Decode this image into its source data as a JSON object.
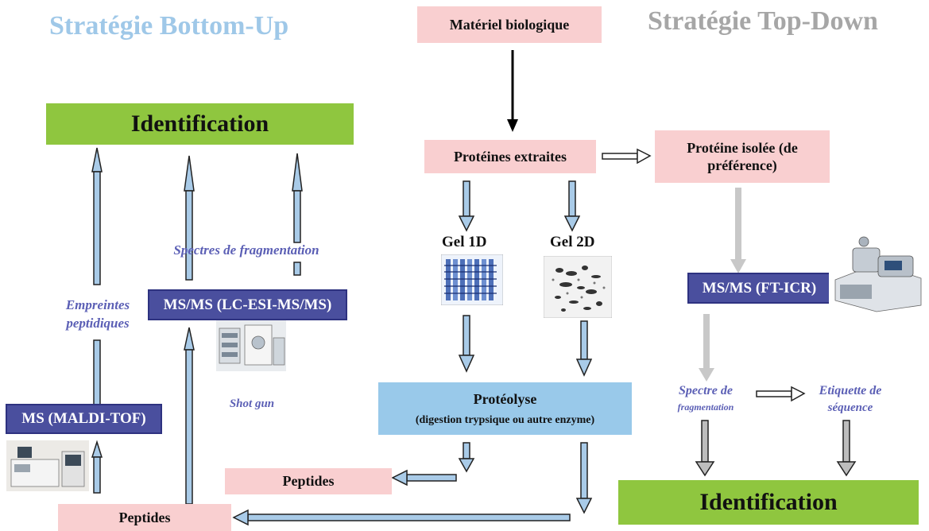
{
  "titles": {
    "bottom_up": "Stratégie Bottom-Up",
    "top_down": "Stratégie Top-Down"
  },
  "boxes": {
    "materiel": "Matériel biologique",
    "proteines_extraites": "Protéines extraites",
    "proteine_isolee": "Protéine isolée (de préférence)",
    "identification_left": "Identification",
    "identification_right": "Identification",
    "msms_lc": "MS/MS (LC-ESI-MS/MS)",
    "ms_maldi": "MS (MALDI-TOF)",
    "msms_ftcr": "MS/MS (FT-ICR)",
    "proteolyse_title": "Protéolyse",
    "proteolyse_sub": "(digestion trypsique  ou autre enzyme)",
    "peptides_upper": "Peptides",
    "peptides_lower": "Peptides"
  },
  "labels": {
    "gel_1d": "Gel 1D",
    "gel_2d": "Gel 2D",
    "spectres_fragmentation": "Spectres de fragmentation",
    "empreintes": "Empreintes peptidiques",
    "shot_gun": "Shot gun",
    "spectre_de": "Spectre de",
    "fragmentation_small": "fragmentation",
    "etiquette_de": "Etiquette de",
    "sequence": "séquence"
  },
  "colors": {
    "title_bottom_up": "#9fc8e8",
    "title_top_down": "#a6a6a6",
    "pink_box": "#f9cfd0",
    "navy_box": "#4a4f9e",
    "green_box": "#8fc63f",
    "light_blue_box": "#99c9ea",
    "arrow_blue": "#a9cbe8",
    "label_purple": "#5b5fb5"
  }
}
